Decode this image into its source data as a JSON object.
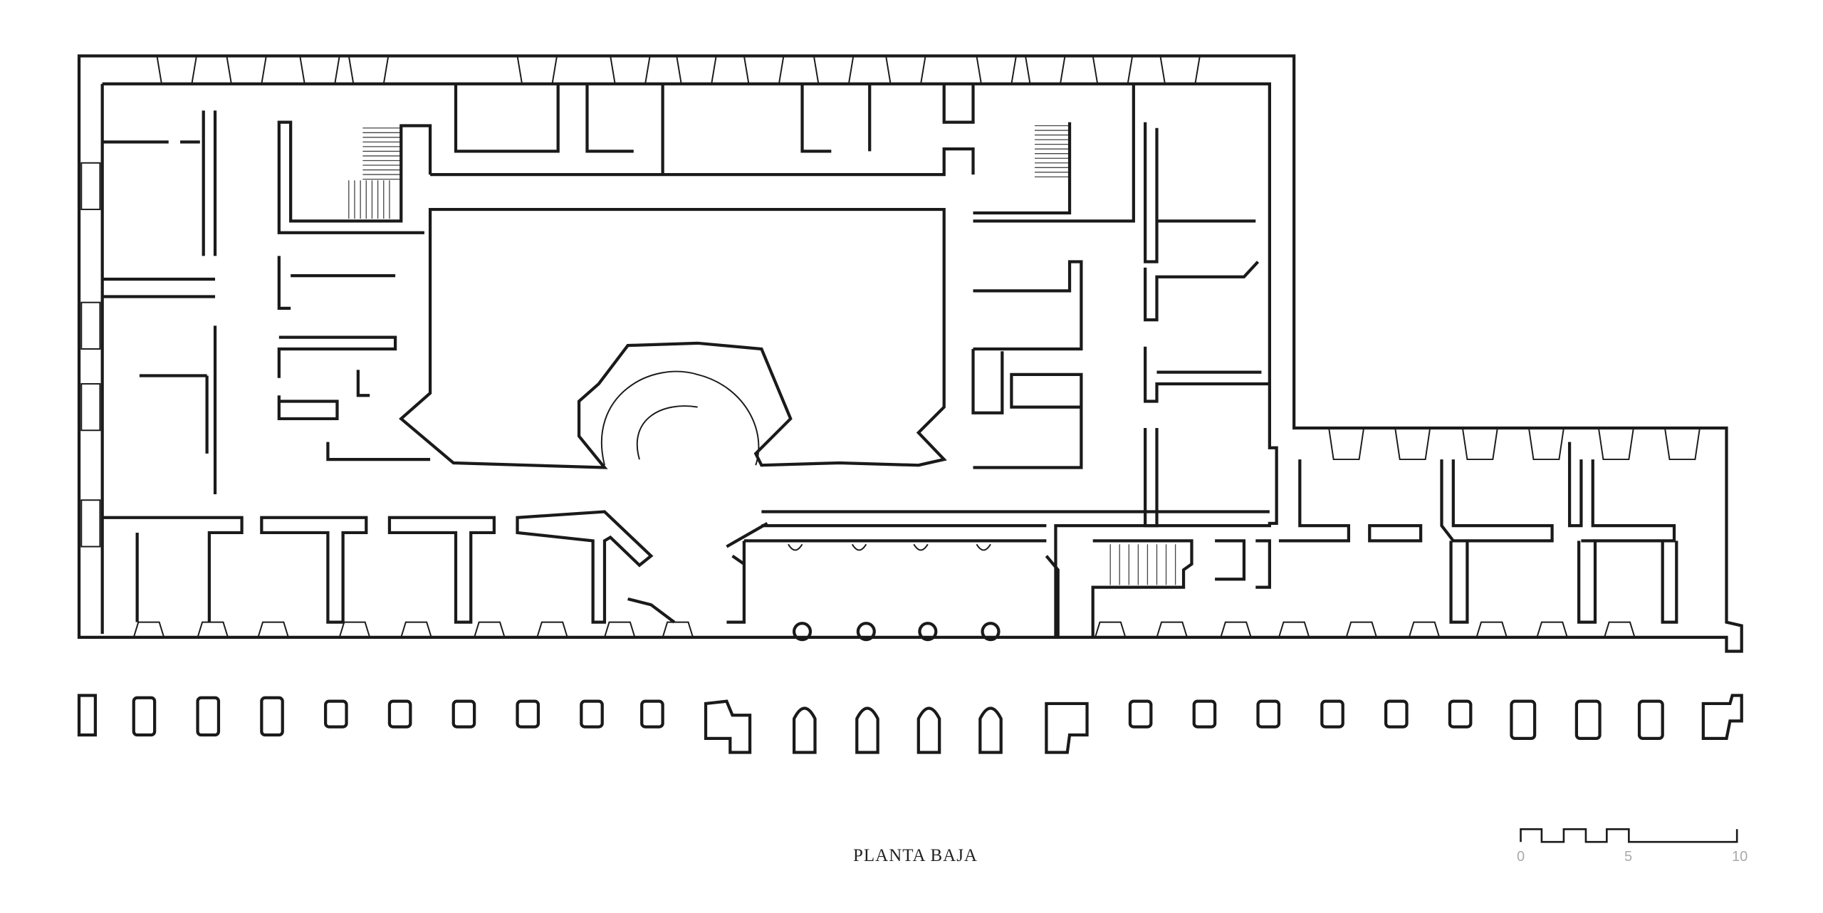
{
  "drawing": {
    "title": "PLANTA BAJA",
    "scale_bar": {
      "labels": [
        "0",
        "5",
        "10"
      ],
      "unit_segments": 10
    }
  }
}
